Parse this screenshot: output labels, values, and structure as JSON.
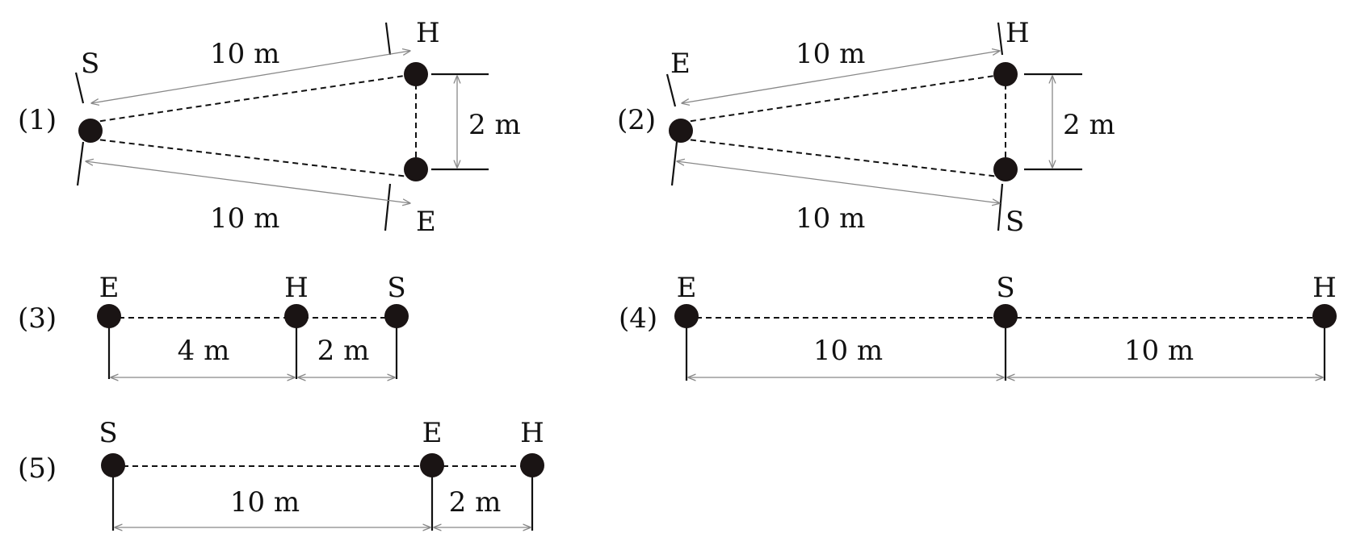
{
  "figures": [
    {
      "id": "1",
      "number": "(1)",
      "labels": {
        "left": "S",
        "top": "H",
        "bottom": "E"
      },
      "dims": {
        "upper": "10 m",
        "lower": "10 m",
        "gap": "2 m"
      }
    },
    {
      "id": "2",
      "number": "(2)",
      "labels": {
        "left": "E",
        "top": "H",
        "bottom": "S"
      },
      "dims": {
        "upper": "10 m",
        "lower": "10 m",
        "gap": "2 m"
      }
    },
    {
      "id": "3",
      "number": "(3)",
      "labels": {
        "p1": "E",
        "p2": "H",
        "p3": "S"
      },
      "dims": {
        "d1": "4 m",
        "d2": "2 m"
      }
    },
    {
      "id": "4",
      "number": "(4)",
      "labels": {
        "p1": "E",
        "p2": "S",
        "p3": "H"
      },
      "dims": {
        "d1": "10 m",
        "d2": "10 m"
      }
    },
    {
      "id": "5",
      "number": "(5)",
      "labels": {
        "p1": "S",
        "p2": "E",
        "p3": "H"
      },
      "dims": {
        "d1": "10 m",
        "d2": "2 m"
      }
    }
  ]
}
